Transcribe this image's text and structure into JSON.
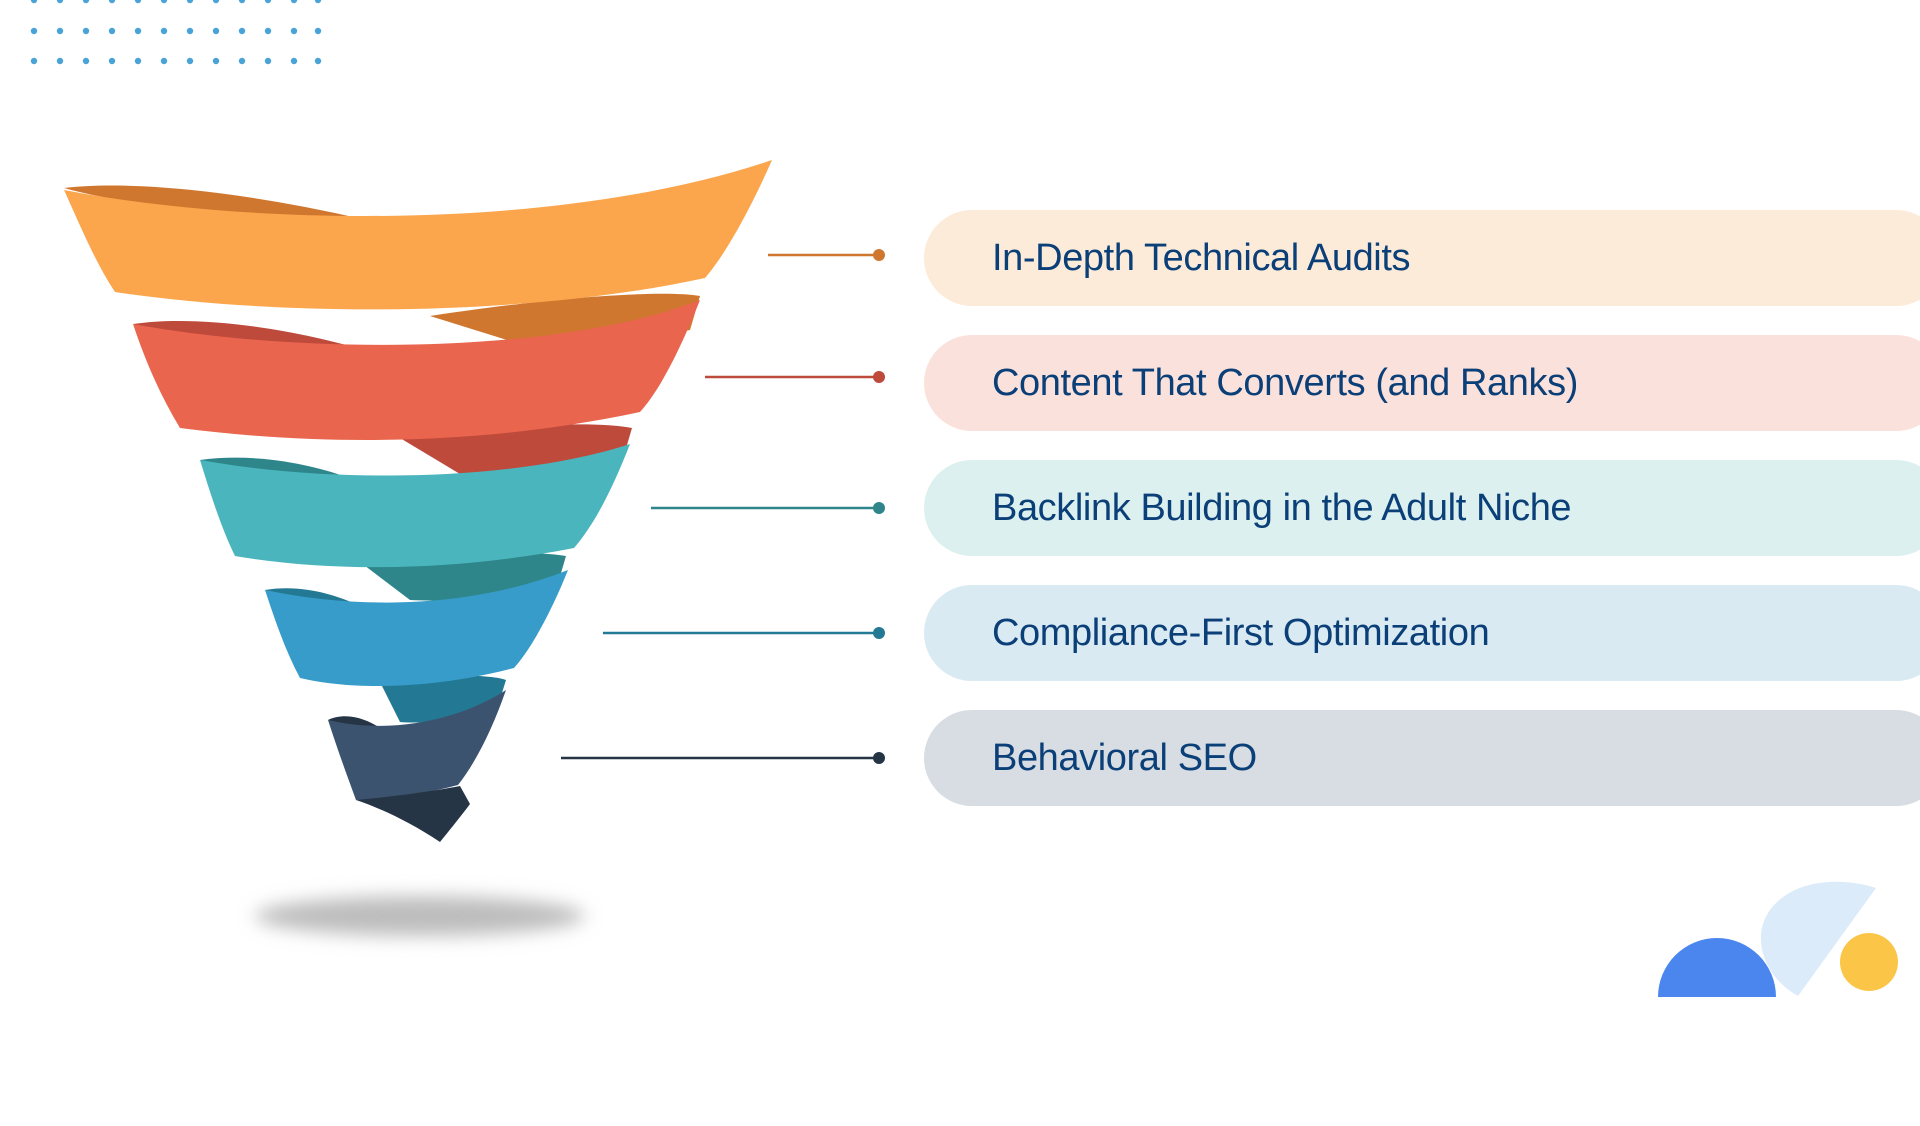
{
  "funnel": {
    "stages": [
      {
        "label": "In-Depth Technical Audits",
        "front": "#fba64c",
        "back": "#d0772f",
        "pill": "#fdebd9"
      },
      {
        "label": "Content That Converts (and Ranks)",
        "front": "#ea654d",
        "back": "#be4a3b",
        "pill": "#fbe1dc"
      },
      {
        "label": "Backlink Building in the Adult Niche",
        "front": "#4ab5bd",
        "back": "#2e868a",
        "pill": "#dcf0f0"
      },
      {
        "label": "Compliance-First Optimization",
        "front": "#379cc9",
        "back": "#237993",
        "pill": "#daeaf3"
      },
      {
        "label": "Behavioral SEO",
        "front": "#3c5370",
        "back": "#263546",
        "pill": "#d7dde2"
      }
    ]
  },
  "decor": {
    "dot_color": "#4aa3d6",
    "shadow_color": "#bdbdbd",
    "blue_semicircle": "#4a86ee",
    "light_blue_shape": "#dcebfa",
    "yellow_circle": "#fbc648"
  }
}
